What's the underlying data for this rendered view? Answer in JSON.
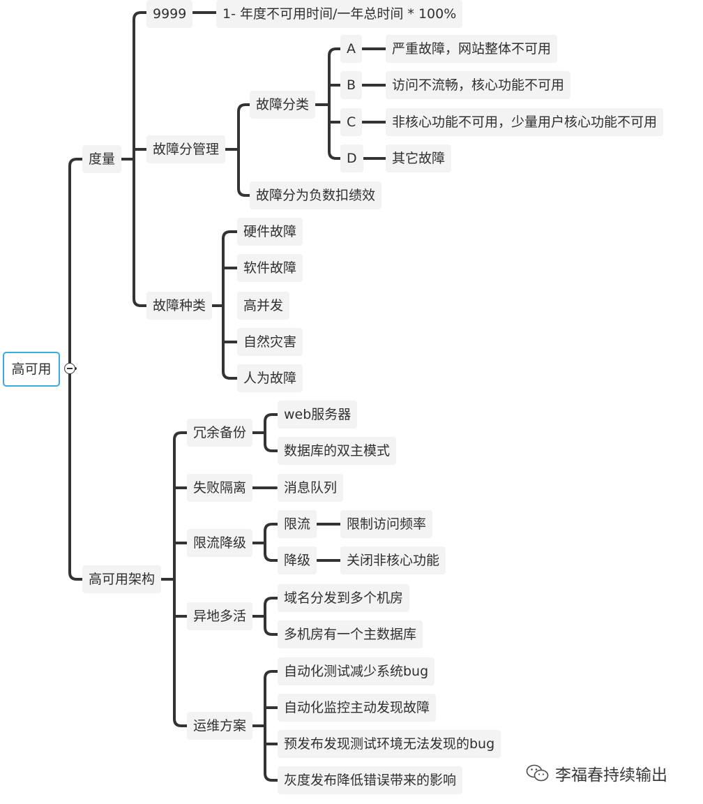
{
  "root": "高可用",
  "n": {
    "duliang": "度量",
    "n9999": "9999",
    "n9999_desc": "1- 年度不可用时间/一年总时间 * 100%",
    "gzfgl": "故障分管理",
    "gzfl": "故障分类",
    "A": "A",
    "A_desc": "严重故障，网站整体不可用",
    "B": "B",
    "B_desc": "访问不流畅，核心功能不可用",
    "C": "C",
    "C_desc": "非核心功能不可用，少量用户核心功能不可用",
    "D": "D",
    "D_desc": "其它故障",
    "gzf_fs": "故障分为负数扣绩效",
    "gzzl": "故障种类",
    "yj": "硬件故障",
    "rj": "软件故障",
    "gbf": "高并发",
    "zrzh": "自然灾害",
    "rwgz": "人为故障",
    "gkyjg": "高可用架构",
    "ryby": "冗余备份",
    "web": "web服务器",
    "sjk": "数据库的双主模式",
    "sbgl": "失败隔离",
    "xxdl": "消息队列",
    "xljj": "限流降级",
    "xl": "限流",
    "xzfwpl": "限制访问频率",
    "jj": "降级",
    "gbfhx": "关闭非核心功能",
    "ydhd": "异地多活",
    "ym": "域名分发到多个机房",
    "djf": "多机房有一个主数据库",
    "ywfa": "运维方案",
    "zdcs": "自动化测试减少系统bug",
    "zdjk": "自动化监控主动发现故障",
    "yfb": "预发布发现测试环境无法发现的bug",
    "hdfb": "灰度发布降低错误带来的影响"
  },
  "watermark": "李福春持续输出",
  "colors": {
    "line": "#333333",
    "node_bg": "#f3f3f3",
    "root_border": "#3aa9e0"
  }
}
